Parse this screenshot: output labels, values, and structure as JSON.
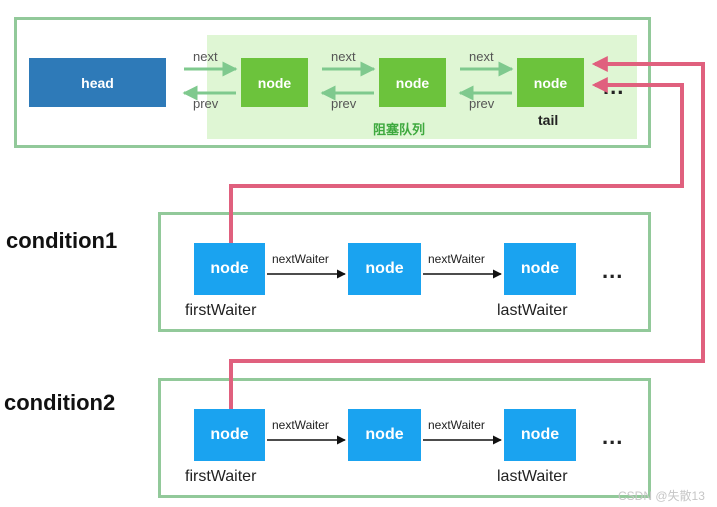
{
  "blocking_queue": {
    "head_label": "head",
    "node_label": "node",
    "next_label": "next",
    "prev_label": "prev",
    "tail_label": "tail",
    "title": "阻塞队列",
    "ellipsis": "..."
  },
  "conditions": [
    {
      "title": "condition1",
      "node_label": "node",
      "next_waiter_label": "nextWaiter",
      "first_waiter_label": "firstWaiter",
      "last_waiter_label": "lastWaiter",
      "ellipsis": "..."
    },
    {
      "title": "condition2",
      "node_label": "node",
      "next_waiter_label": "nextWaiter",
      "first_waiter_label": "firstWaiter",
      "last_waiter_label": "lastWaiter",
      "ellipsis": "..."
    }
  ],
  "watermark": "CSDN @失散13",
  "colors": {
    "frame_border": "#92c99a",
    "queue_background": "#dff6d4",
    "head_node": "#2e7ab8",
    "queue_node": "#6cc33c",
    "condition_node": "#1aa3f0",
    "queue_arrow": "#7fc98e",
    "transfer_arrow": "#e0607e"
  }
}
